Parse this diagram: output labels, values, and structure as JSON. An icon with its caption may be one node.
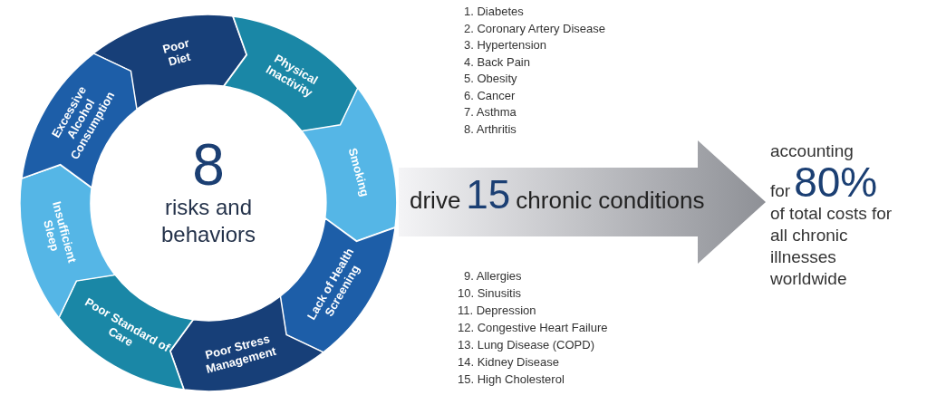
{
  "diagram": {
    "nodes": [
      {
        "text": [
          "Poor Diet"
        ]
      },
      {
        "text": [
          "Physical Inactivity"
        ]
      },
      {
        "text": [
          "Smoking"
        ]
      },
      {
        "text": [
          "Lack of Health Screening"
        ]
      },
      {
        "text": [
          "Poor Stress Management"
        ]
      },
      {
        "text": [
          "Poor Standard of Care"
        ]
      },
      {
        "text": [
          "Insufficient Sleep"
        ]
      },
      {
        "text": [
          "Excessive Alcohol Consumption"
        ]
      },
      {
        "text": [
          "8",
          "risks and behaviors"
        ]
      },
      {
        "text": [
          "drive",
          "15",
          "chronic conditions"
        ]
      },
      {
        "text": [
          "accounting",
          "for",
          "80%",
          "of total costs for all chronic illnesses worldwide"
        ]
      }
    ],
    "labels": [
      "1. Diabetes",
      "2. Coronary Artery Disease",
      "3. Hypertension",
      "4. Back Pain",
      "5. Obesity",
      "6. Cancer",
      "7. Asthma",
      "8. Arthritis",
      "9. Allergies",
      "10. Sinusitis",
      "11. Depression",
      "12. Congestive Heart Failure",
      "13. Lung Disease (COPD)",
      "14. Kidney Disease",
      "15. High Cholesterol"
    ]
  }
}
